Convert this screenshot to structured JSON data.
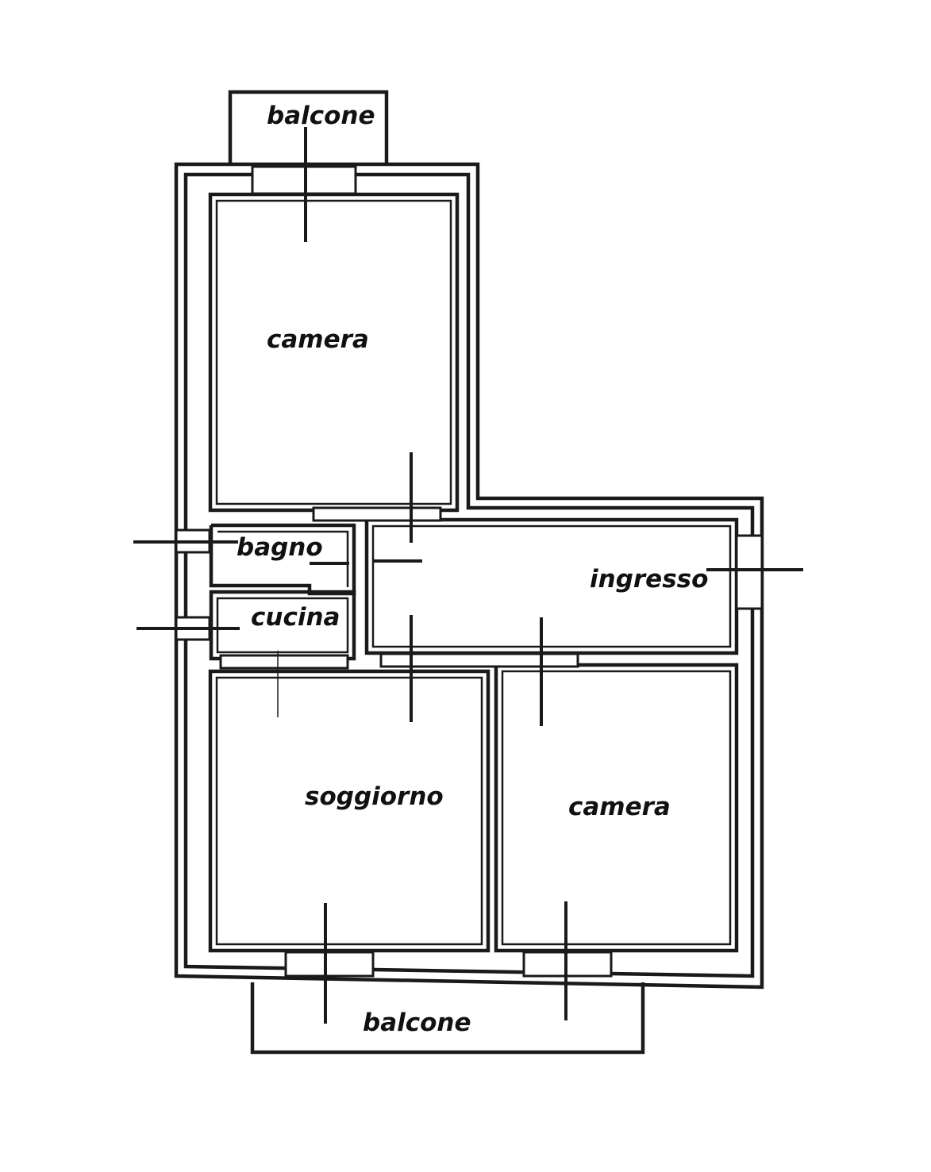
{
  "plan": {
    "rooms": {
      "balcone_top": "balcone",
      "camera_top": "camera",
      "bagno": "bagno",
      "cucina": "cucina",
      "ingresso": "ingresso",
      "soggiorno": "soggiorno",
      "camera_bottom": "camera",
      "balcone_bottom": "balcone"
    }
  }
}
